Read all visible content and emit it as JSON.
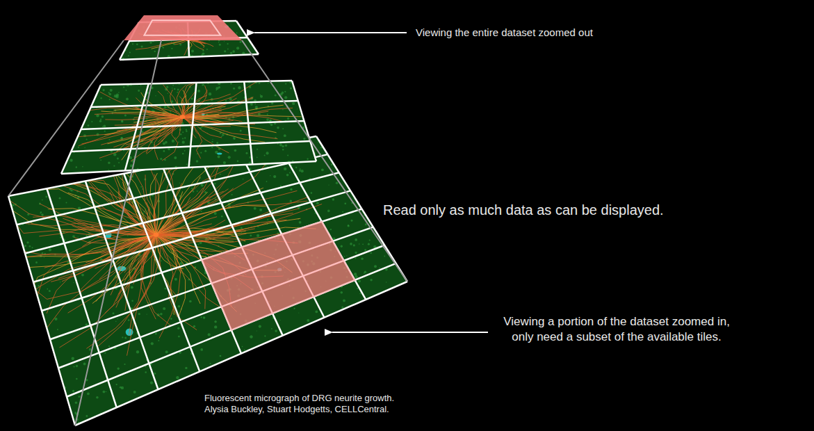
{
  "diagram": {
    "caption": "Fluorescent micrograph of DRG neurite growth. Alysia Buckley, Stuart Hodgetts, CELLCentral.",
    "labels": [
      "Viewing the entire dataset zoomed out",
      "Read only as much data as can be displayed.",
      "Viewing a portion of the dataset zoomed in, only need a subset of the available tiles."
    ]
  }
}
